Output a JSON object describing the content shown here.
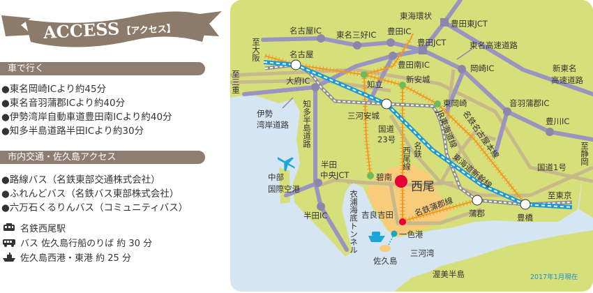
{
  "banner": {
    "title": "ACCESS",
    "subtitle": "【アクセス】"
  },
  "car": {
    "heading": "車で行く",
    "items": [
      "●東名岡崎ICより約45分",
      "●東名音羽蒲郡ICより約40分",
      "●伊勢湾岸自動車道豊田南ICより約40分",
      "●知多半島道路半田ICより約30分"
    ]
  },
  "local": {
    "heading": "市内交通・佐久島アクセス",
    "items": [
      "●路線バス（名鉄東部交通株式会社）",
      "●ふれんどバス（名鉄バス東部株式会社）",
      "●六万石くるりんバス（コミュニティバス）"
    ]
  },
  "legend": [
    {
      "icon": "train-icon",
      "text": "名鉄西尾駅"
    },
    {
      "icon": "bus-icon",
      "text": "バス 佐久島行船のりば 約 30 分"
    },
    {
      "icon": "ship-icon",
      "text": "佐久島西港・東港 約 25 分"
    }
  ],
  "map": {
    "colors": {
      "land": "#d6df79",
      "sea": "#d5e5f2",
      "nishio": "#f8cc7a",
      "expressway": "#9a95c0",
      "route": "#c8b98b",
      "meitetsu": "#f29a1f",
      "jr": "#1a9ad6"
    },
    "labels": [
      "東海環状",
      "豊田東JCT",
      "名古屋IC",
      "東名三好IC",
      "豊田IC",
      "豊田JCT",
      "東名高速道路",
      "至大阪",
      "名古屋",
      "豊田南IC",
      "岡崎IC",
      "新東名",
      "高速道路",
      "至三重",
      "大府IC",
      "知立",
      "新安城",
      "伊勢",
      "湾岸道路",
      "知多半島道路",
      "東岡崎",
      "音羽蒲郡IC",
      "三河安城",
      "国道",
      "23号",
      "豊川IC",
      "JR東海道線",
      "名鉄名古屋本線",
      "東海道新幹線",
      "西尾線",
      "名鉄",
      "至静岡",
      "国道1号",
      "半田",
      "中央JCT",
      "中部",
      "国際空港",
      "碧南",
      "西尾",
      "衣浦海底トンネル",
      "至東京",
      "名鉄蒲郡線",
      "蒲郡",
      "豊橋",
      "半田IC",
      "吉良吉田",
      "一色港",
      "三河湾",
      "佐久島",
      "渥美半島",
      "2017年1月現在"
    ]
  }
}
